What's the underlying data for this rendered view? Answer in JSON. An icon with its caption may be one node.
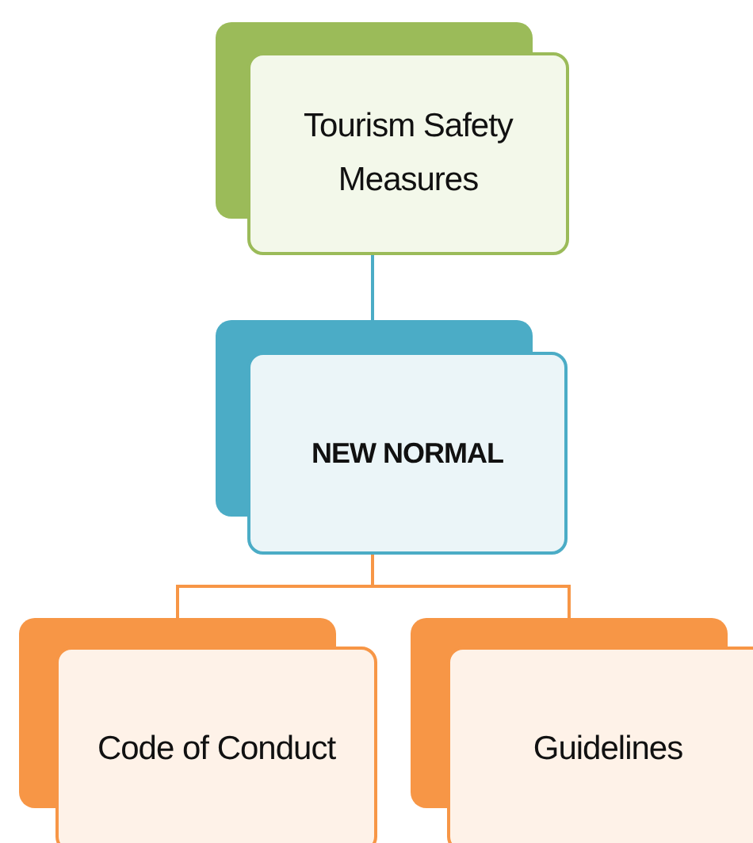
{
  "diagram": {
    "nodes": [
      {
        "text": [
          "Tourism Safety Measures"
        ]
      },
      {
        "text": [
          "NEW NORMAL"
        ]
      },
      {
        "text": [
          "Code of Conduct"
        ]
      },
      {
        "text": [
          "Guidelines"
        ]
      }
    ],
    "edges": [
      {
        "from": 0,
        "to": 1,
        "arrow": "none",
        "color": "#4bacc6"
      },
      {
        "from": 1,
        "to": 2,
        "arrow": "none"
      },
      {
        "from": 1,
        "to": 3,
        "arrow": "none"
      }
    ]
  }
}
